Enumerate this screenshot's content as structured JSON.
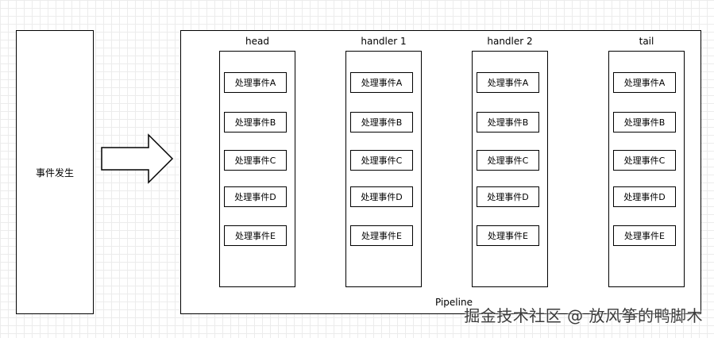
{
  "source_label": "事件发生",
  "pipeline_label": "Pipeline",
  "stages": [
    {
      "title": "head"
    },
    {
      "title": "handler 1"
    },
    {
      "title": "handler 2"
    },
    {
      "title": "tail"
    }
  ],
  "events": [
    "处理事件A",
    "处理事件B",
    "处理事件C",
    "处理事件D",
    "处理事件E"
  ],
  "watermark": "掘金技术社区 @ 放风筝的鸭脚木"
}
